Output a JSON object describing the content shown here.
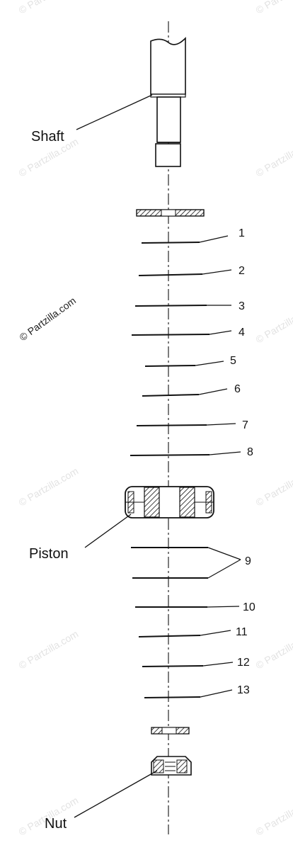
{
  "labels": {
    "shaft": "Shaft",
    "piston": "Piston",
    "nut": "Nut"
  },
  "callouts": [
    "1",
    "2",
    "3",
    "4",
    "5",
    "6",
    "7",
    "8",
    "9",
    "10",
    "11",
    "12",
    "13"
  ],
  "watermark": "© Partzilla.com"
}
